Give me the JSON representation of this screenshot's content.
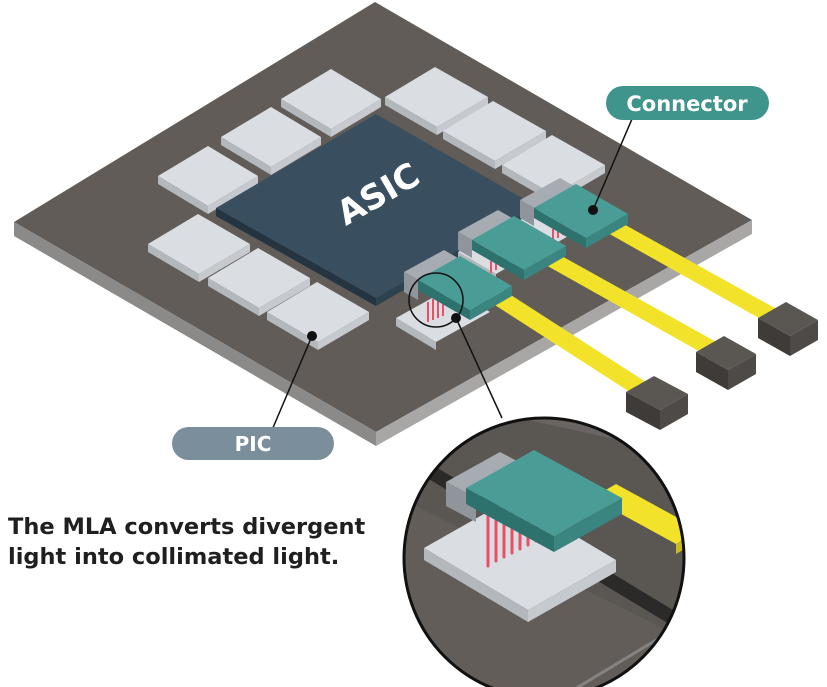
{
  "labels": {
    "asic": "ASIC",
    "connector": "Connector",
    "pic": "PIC"
  },
  "caption": {
    "line1": "The MLA converts divergent",
    "line2": "light into collimated light."
  },
  "colors": {
    "board_top": "#615c58",
    "board_side": "#8c8a89",
    "pad": "#dadee3",
    "asic": "#394e5e",
    "connector": "#4a9c96",
    "cable": "#f2e32a",
    "plug": "#4d4a47",
    "light": "#e94f67",
    "connector_tag": "#3f948c",
    "pic_tag": "#7b8e9c"
  }
}
